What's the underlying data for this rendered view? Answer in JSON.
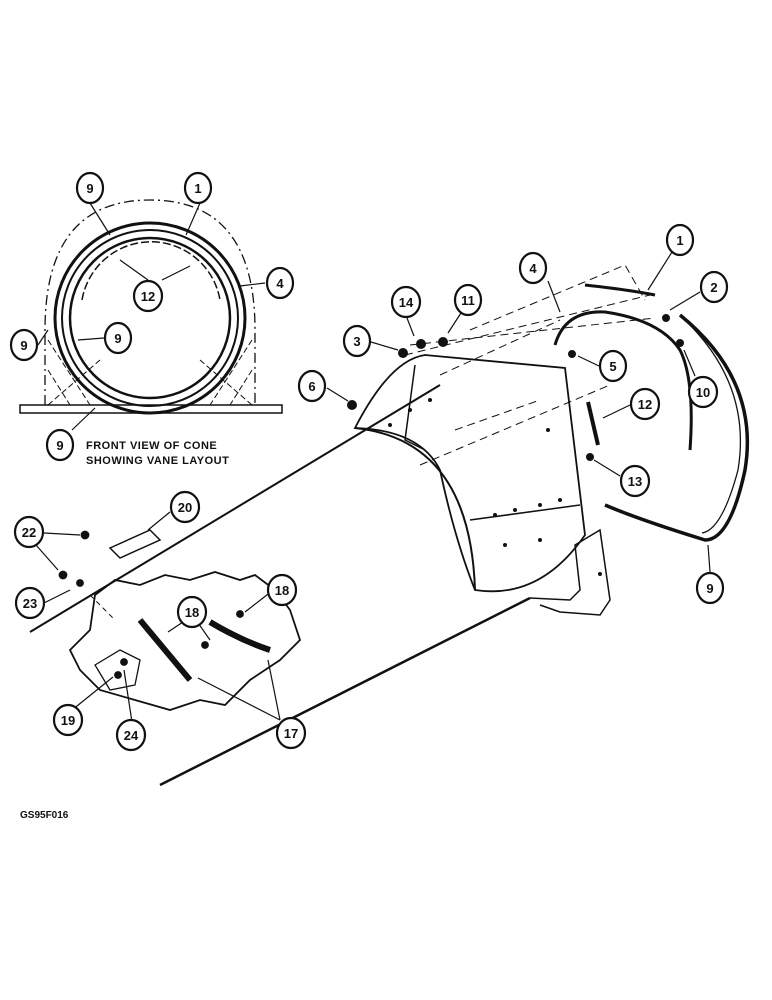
{
  "diagram": {
    "caption_line1": "FRONT VIEW OF CONE",
    "caption_line2": "SHOWING VANE LAYOUT",
    "drawing_code": "GS95F016",
    "callouts": [
      {
        "id": "c9a",
        "label": "9"
      },
      {
        "id": "c1a",
        "label": "1"
      },
      {
        "id": "c4a",
        "label": "4"
      },
      {
        "id": "c12a",
        "label": "12"
      },
      {
        "id": "c9b",
        "label": "9"
      },
      {
        "id": "c9c",
        "label": "9"
      },
      {
        "id": "c9d",
        "label": "9"
      },
      {
        "id": "c1b",
        "label": "1"
      },
      {
        "id": "c2",
        "label": "2"
      },
      {
        "id": "c4b",
        "label": "4"
      },
      {
        "id": "c14",
        "label": "14"
      },
      {
        "id": "c11",
        "label": "11"
      },
      {
        "id": "c3",
        "label": "3"
      },
      {
        "id": "c5",
        "label": "5"
      },
      {
        "id": "c10",
        "label": "10"
      },
      {
        "id": "c6",
        "label": "6"
      },
      {
        "id": "c12b",
        "label": "12"
      },
      {
        "id": "c13",
        "label": "13"
      },
      {
        "id": "c20",
        "label": "20"
      },
      {
        "id": "c22",
        "label": "22"
      },
      {
        "id": "c23",
        "label": "23"
      },
      {
        "id": "c18a",
        "label": "18"
      },
      {
        "id": "c18b",
        "label": "18"
      },
      {
        "id": "c9e",
        "label": "9"
      },
      {
        "id": "c19",
        "label": "19"
      },
      {
        "id": "c24",
        "label": "24"
      },
      {
        "id": "c17",
        "label": "17"
      }
    ]
  }
}
